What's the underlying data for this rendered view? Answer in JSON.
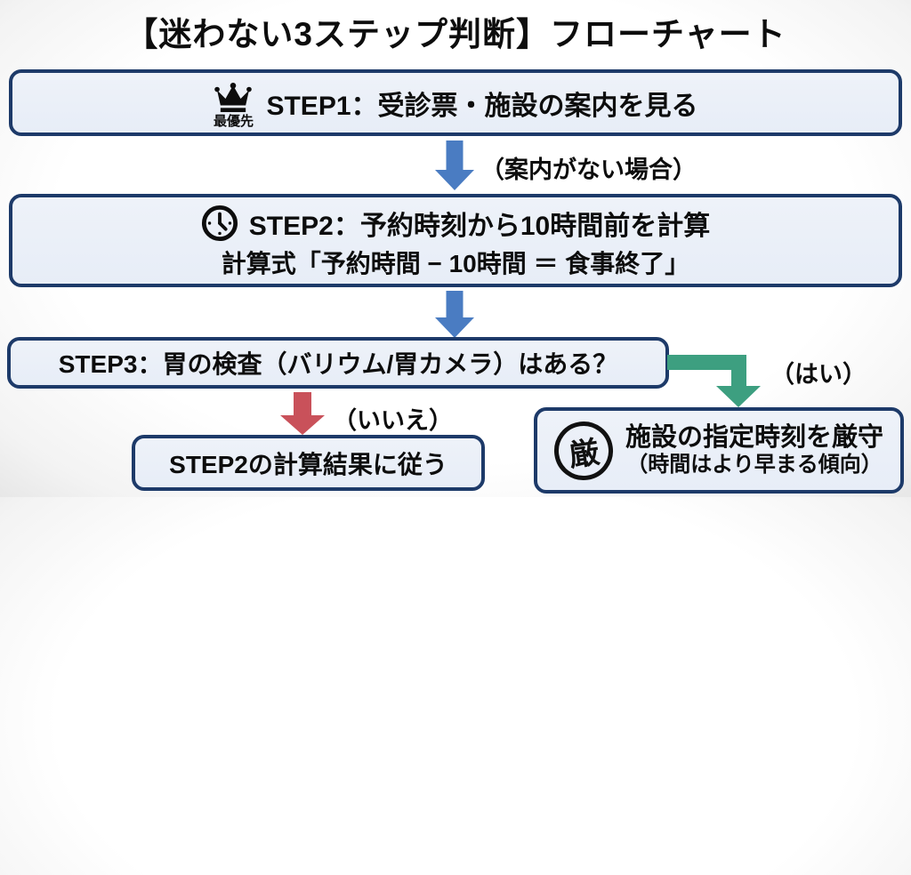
{
  "title": "【迷わない3ステップ判断】フローチャート",
  "nodes": {
    "step1": {
      "icon": "crown-icon",
      "icon_label": "最優先",
      "text": "STEP1：受診票・施設の案内を見る"
    },
    "step2": {
      "icon": "clock-icon",
      "line1": "STEP2：予約時刻から10時間前を計算",
      "line2": "計算式「予約時間 − 10時間 ＝ 食事終了」"
    },
    "step3": {
      "text": "STEP3：胃の検査（バリウム/胃カメラ）はある？"
    },
    "result_no": {
      "text": "STEP2の計算結果に従う"
    },
    "result_yes": {
      "icon_char": "厳",
      "line1": "施設の指定時刻を厳守",
      "line2": "（時間はより早まる傾向）"
    }
  },
  "edges": {
    "step1_to_step2": {
      "label": "（案内がない場合）",
      "color": "#4a7cc2"
    },
    "step2_to_step3": {
      "label": "",
      "color": "#4a7cc2"
    },
    "step3_no": {
      "label": "（いいえ）",
      "color": "#c9515a"
    },
    "step3_yes": {
      "label": "（はい）",
      "color": "#3d9f80"
    }
  },
  "colors": {
    "node_fill": "#e9eef7",
    "node_border": "#1d3a69",
    "arrow_blue": "#4a7cc2",
    "arrow_red": "#c9515a",
    "arrow_green": "#3d9f80",
    "text": "#0d0d0d"
  }
}
